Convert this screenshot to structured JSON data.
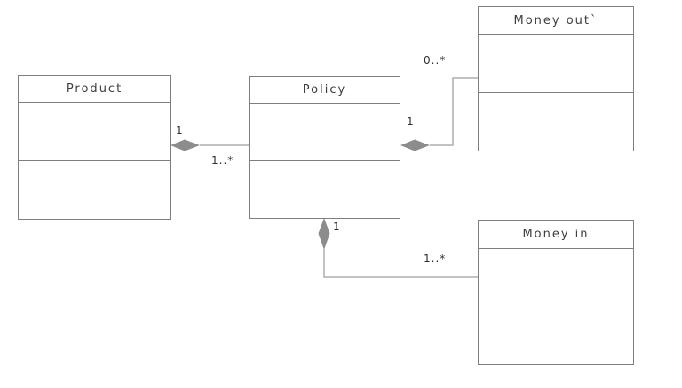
{
  "diagram": {
    "background": "#ffffff",
    "colors": {
      "box_border": "#7e7e7e",
      "connector_line": "#aeaeae",
      "diamond_fill": "#8c8c8c",
      "title_text": "#3d3d3d",
      "label_text": "#2e2e2e"
    },
    "classes": [
      {
        "title": "Product"
      },
      {
        "title": "Policy"
      },
      {
        "title": "Money out`"
      },
      {
        "title": "Money in"
      }
    ],
    "associations": [
      {
        "type": "aggregation",
        "diamond_at": "Product",
        "other_end": "Policy",
        "diamond_multiplicity": "1",
        "far_multiplicity": "1..*"
      },
      {
        "type": "aggregation",
        "diamond_at": "Policy",
        "other_end": "Money out`",
        "diamond_multiplicity": "1",
        "far_multiplicity": "0..*"
      },
      {
        "type": "aggregation",
        "diamond_at": "Policy",
        "other_end": "Money in",
        "diamond_multiplicity": "1",
        "far_multiplicity": "1..*"
      }
    ]
  }
}
